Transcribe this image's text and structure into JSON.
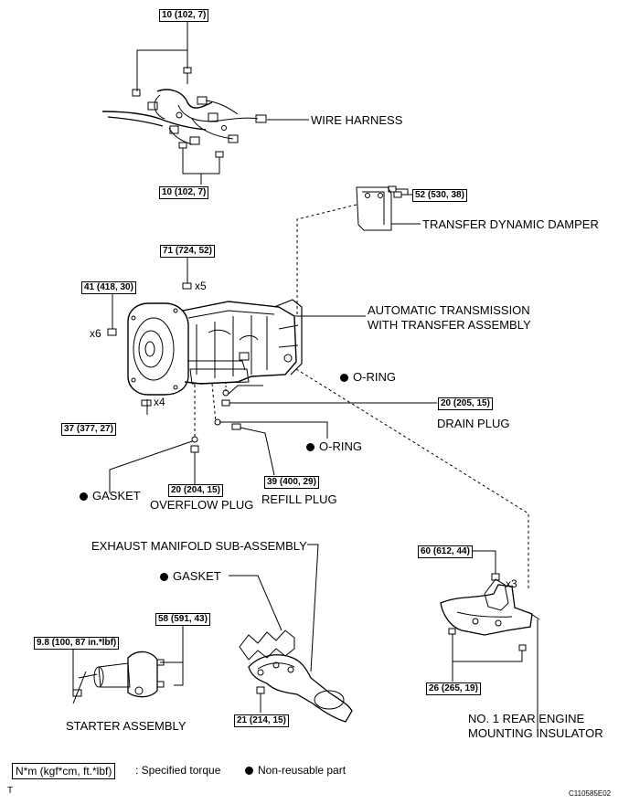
{
  "labels": {
    "wire_harness": "WIRE HARNESS",
    "transfer_damper": "TRANSFER DYNAMIC DAMPER",
    "at_line1": "AUTOMATIC TRANSMISSION",
    "at_line2": "WITH TRANSFER ASSEMBLY",
    "oring": "O-RING",
    "drain_plug": "DRAIN PLUG",
    "gasket": "GASKET",
    "overflow_plug": "OVERFLOW PLUG",
    "refill_plug": "REFILL PLUG",
    "exhaust_manifold": "EXHAUST MANIFOLD SUB-ASSEMBLY",
    "starter": "STARTER ASSEMBLY",
    "insulator_line1": "NO. 1 REAR ENGINE",
    "insulator_line2": "MOUNTING INSULATOR"
  },
  "torques": {
    "wh_top": "10 (102, 7)",
    "wh_bottom": "10 (102, 7)",
    "damper": "52 (530, 38)",
    "t71": "71 (724, 52)",
    "t41": "41 (418, 30)",
    "t37": "37 (377, 27)",
    "drain": "20 (205, 15)",
    "overflow": "20 (204, 15)",
    "refill": "39 (400, 29)",
    "t60": "60 (612, 44)",
    "t58": "58 (591, 43)",
    "t98": "9.8 (100, 87 in.*lbf)",
    "t21": "21 (214, 15)",
    "t26": "26 (265, 19)"
  },
  "counts": {
    "x5": "x5",
    "x6": "x6",
    "x4": "x4",
    "x3": "x3"
  },
  "legend": {
    "unit": "N*m (kgf*cm, ft.*lbf)",
    "specified": ": Specified torque",
    "non_reusable": "Non-reusable part"
  },
  "footer": {
    "left": "T",
    "code": "C110585E02"
  }
}
